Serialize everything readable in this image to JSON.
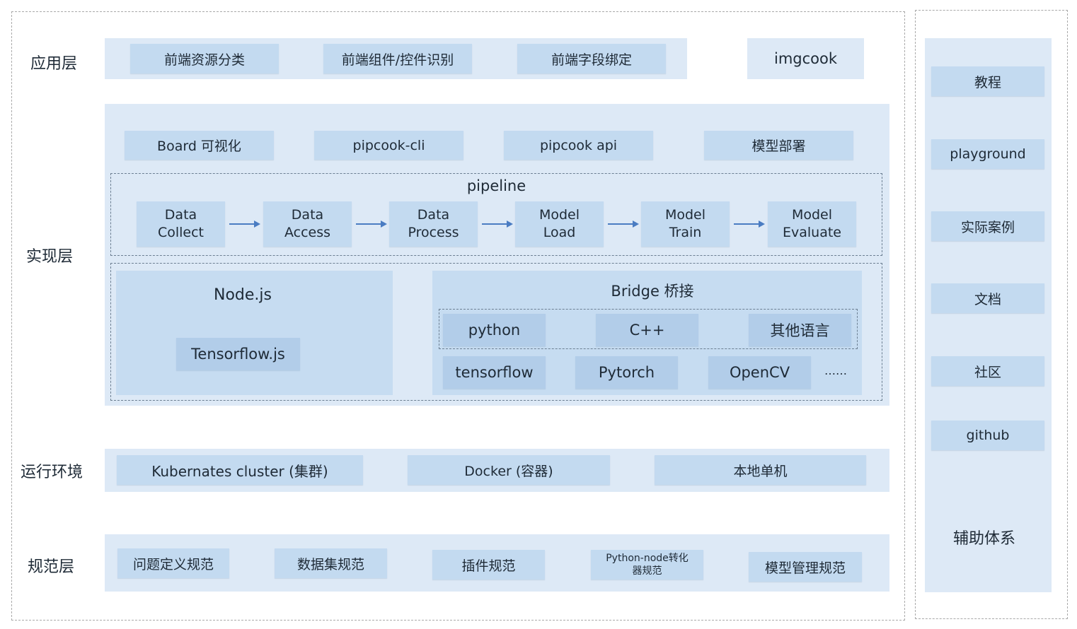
{
  "layers": {
    "app": "应用层",
    "impl": "实现层",
    "runtime": "运行环境",
    "spec": "规范层"
  },
  "app_layer": {
    "items": [
      "前端资源分类",
      "前端组件/控件识别",
      "前端字段绑定"
    ],
    "imgcook": "imgcook"
  },
  "impl_layer": {
    "tools": [
      "Board 可视化",
      "pipcook-cli",
      "pipcook api",
      "模型部署"
    ],
    "pipeline": {
      "title": "pipeline",
      "steps": [
        "Data\nCollect",
        "Data\nAccess",
        "Data\nProcess",
        "Model\nLoad",
        "Model\nTrain",
        "Model\nEvaluate"
      ]
    },
    "nodejs": {
      "title": "Node.js",
      "lib": "Tensorflow.js"
    },
    "bridge": {
      "title": "Bridge 桥接",
      "langs": [
        "python",
        "C++",
        "其他语言"
      ],
      "libs": [
        "tensorflow",
        "Pytorch",
        "OpenCV"
      ],
      "more": "……"
    }
  },
  "runtime_layer": {
    "items": [
      "Kubernates cluster (集群)",
      "Docker (容器)",
      "本地单机"
    ]
  },
  "spec_layer": {
    "items": [
      "问题定义规范",
      "数据集规范",
      "插件规范",
      "Python-node转化\n器规范",
      "模型管理规范"
    ]
  },
  "aux_system": {
    "items": [
      "教程",
      "playground",
      "实际案例",
      "文档",
      "社区",
      "github"
    ],
    "title": "辅助体系"
  }
}
